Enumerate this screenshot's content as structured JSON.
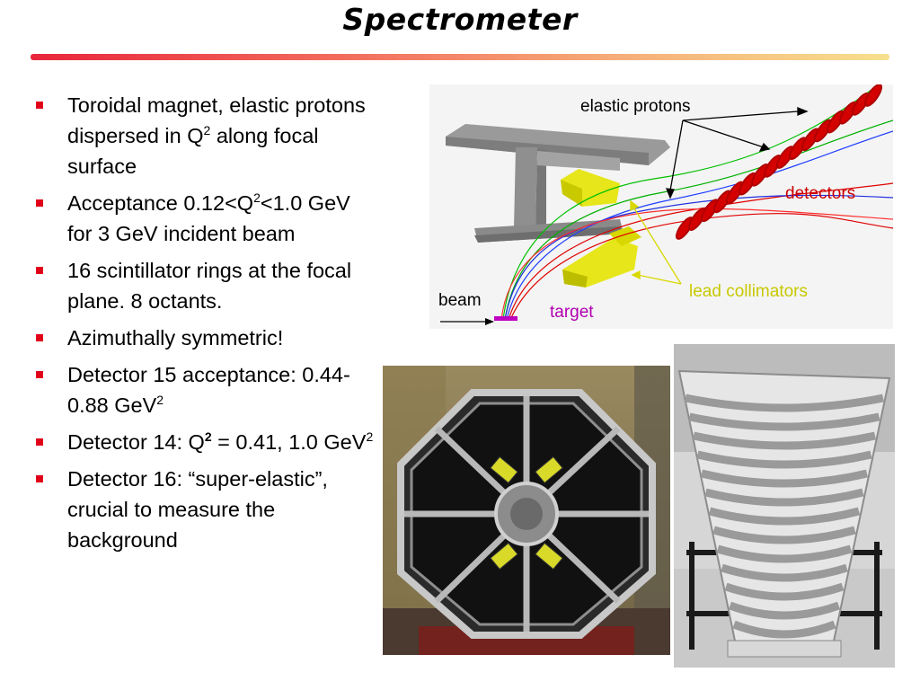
{
  "title": "Spectrometer",
  "bullets": [
    {
      "pre": "Toroidal magnet, elastic protons dispersed in Q",
      "sup": "2",
      "post": " along focal surface"
    },
    {
      "pre": "Acceptance 0.12<Q",
      "sup": "2",
      "post": "<1.0 GeV for 3 GeV incident beam"
    },
    {
      "pre": "16 scintillator rings at the focal plane. 8 octants.",
      "sup": "",
      "post": ""
    },
    {
      "pre": "Azimuthally symmetric!",
      "sup": "",
      "post": ""
    },
    {
      "pre": "Detector 15 acceptance: 0.44-0.88 GeV",
      "sup": "2",
      "post": ""
    },
    {
      "pre": "Detector 14: Q",
      "sup": "2",
      "post": " = 0.41, 1.0 GeV",
      "sup2": "2"
    },
    {
      "pre": "Detector 16: “super-elastic”, crucial to measure the background",
      "sup": "",
      "post": ""
    }
  ],
  "diagram": {
    "labels": {
      "elastic_protons": "elastic protons",
      "detectors": "detectors",
      "lead_collimators": "lead collimators",
      "beam": "beam",
      "target": "target"
    },
    "colors": {
      "detectors": "#cc0000",
      "collimators": "#e8e800",
      "collimator_label": "#c8c800",
      "target": "#b000b0",
      "magnet": "#8a8a8a"
    }
  },
  "photos": {
    "left": "octagonal-detector-frame-photo",
    "right": "scintillator-octant-photo"
  }
}
